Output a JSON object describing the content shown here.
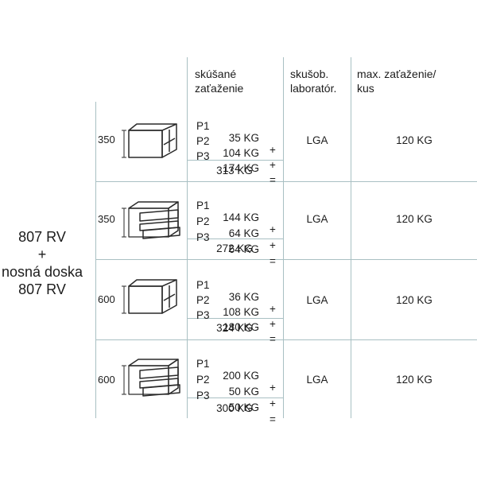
{
  "header": {
    "tested_load_line1": "skúšané",
    "tested_load_line2": "zaťaženie",
    "lab_line1": "skušob.",
    "lab_line2": "laboratór.",
    "max_line1": "max. zaťaženie/",
    "max_line2": "kus"
  },
  "model": {
    "line1": "807 RV",
    "line2": "+",
    "line3": "nosná doska",
    "line4": "807 RV"
  },
  "rows": [
    {
      "size": "350",
      "cabinet": "door-cabinet-icon",
      "loads": [
        {
          "p": "P1",
          "v": "35 KG",
          "op": "+"
        },
        {
          "p": "P2",
          "v": "104 KG",
          "op": "+"
        },
        {
          "p": "P3",
          "v": "174 KG",
          "op": "="
        }
      ],
      "total": "313 KG",
      "lab": "LGA",
      "max": "120 KG"
    },
    {
      "size": "350",
      "cabinet": "drawer-cabinet-icon",
      "loads": [
        {
          "p": "P1",
          "v": "144 KG",
          "op": "+"
        },
        {
          "p": "P2",
          "v": "64 KG",
          "op": "+"
        },
        {
          "p": "P3",
          "v": "64 KG",
          "op": "="
        }
      ],
      "total": "272 KG",
      "lab": "LGA",
      "max": "120 KG"
    },
    {
      "size": "600",
      "cabinet": "door-cabinet-icon",
      "loads": [
        {
          "p": "P1",
          "v": "36 KG",
          "op": "+"
        },
        {
          "p": "P2",
          "v": "108 KG",
          "op": "+"
        },
        {
          "p": "P3",
          "v": "180 KG",
          "op": "="
        }
      ],
      "total": "324 KG",
      "lab": "LGA",
      "max": "120 KG"
    },
    {
      "size": "600",
      "cabinet": "drawer-cabinet-icon",
      "loads": [
        {
          "p": "P1",
          "v": "200 KG",
          "op": "+"
        },
        {
          "p": "P2",
          "v": "50 KG",
          "op": "+"
        },
        {
          "p": "P3",
          "v": "50 KG",
          "op": "="
        }
      ],
      "total": "300 KG",
      "lab": "LGA",
      "max": "120 KG"
    }
  ]
}
